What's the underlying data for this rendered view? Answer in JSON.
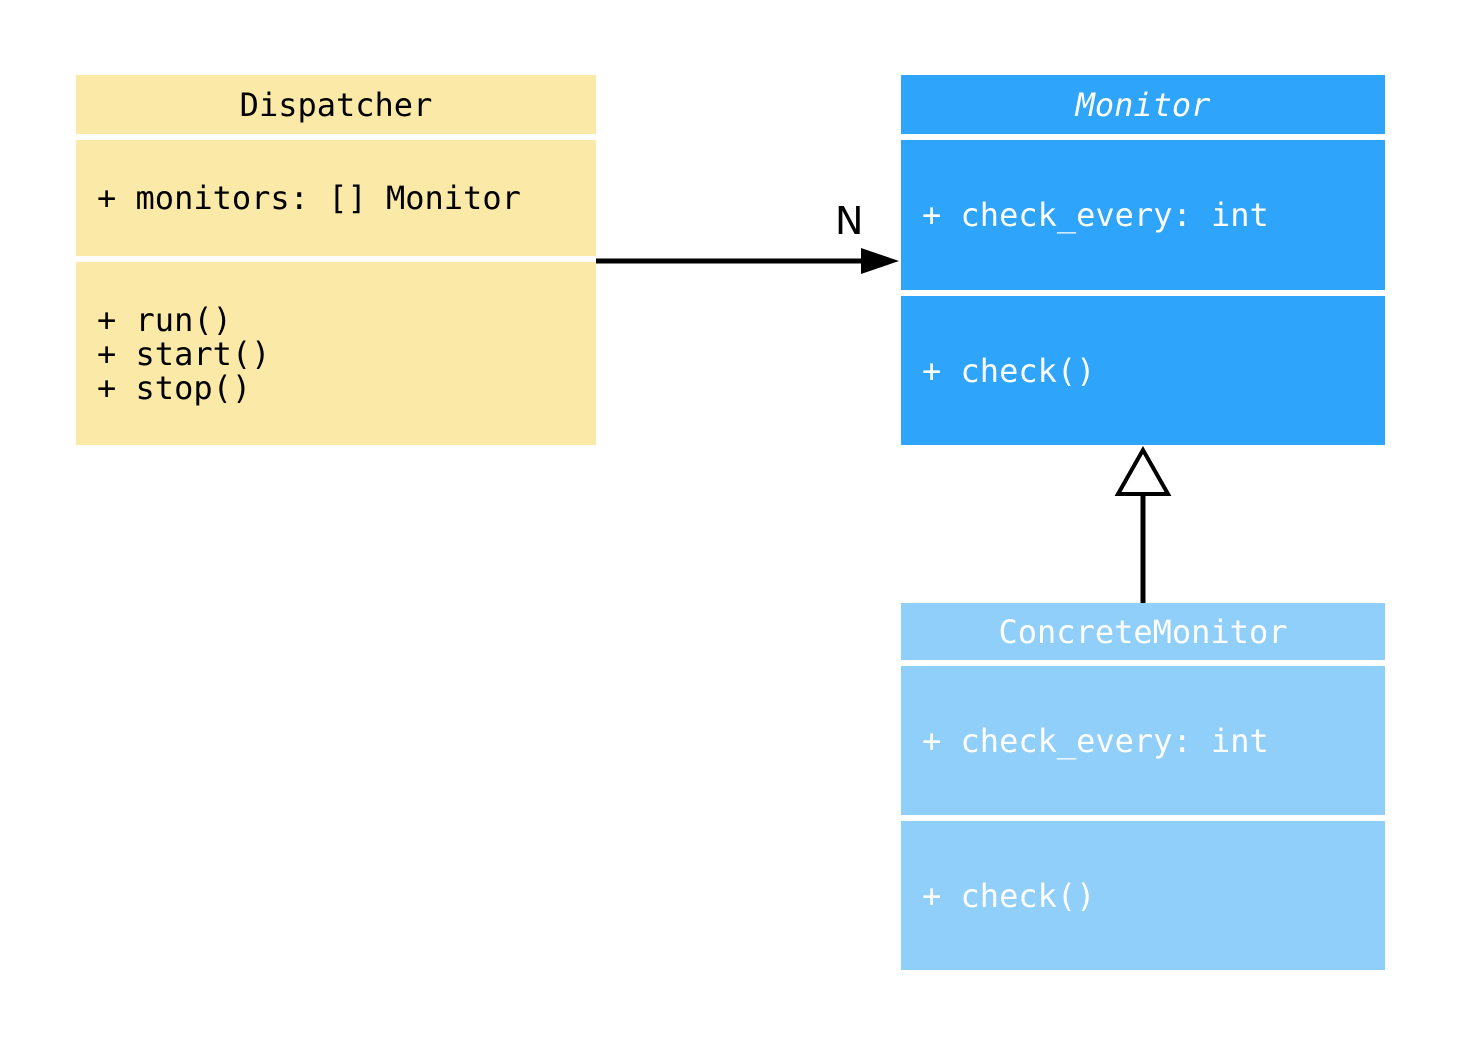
{
  "diagram": {
    "type": "uml-class-diagram",
    "background": "#FFFFFF",
    "classes": [
      {
        "name": "Dispatcher",
        "fill": "#FAE9A7",
        "text_color": "#000000",
        "abstract": false,
        "attributes": [
          "+ monitors: [] Monitor"
        ],
        "methods": [
          "+ run()",
          "+ start()",
          "+ stop()"
        ]
      },
      {
        "name": "Monitor",
        "fill": "#2EA4FA",
        "text_color": "#FFFFFF",
        "abstract": true,
        "attributes": [
          "+ check_every: int"
        ],
        "methods": [
          "+ check()"
        ]
      },
      {
        "name": "ConcreteMonitor",
        "fill": "#8FCFFA",
        "text_color": "#FFFFFF",
        "abstract": false,
        "attributes": [
          "+ check_every: int"
        ],
        "methods": [
          "+ check()"
        ]
      }
    ],
    "edges": [
      {
        "type": "association",
        "from": "Dispatcher",
        "to": "Monitor",
        "label": "N",
        "color": "#000000"
      },
      {
        "type": "generalization",
        "from": "ConcreteMonitor",
        "to": "Monitor",
        "label": "",
        "color": "#000000"
      }
    ]
  }
}
